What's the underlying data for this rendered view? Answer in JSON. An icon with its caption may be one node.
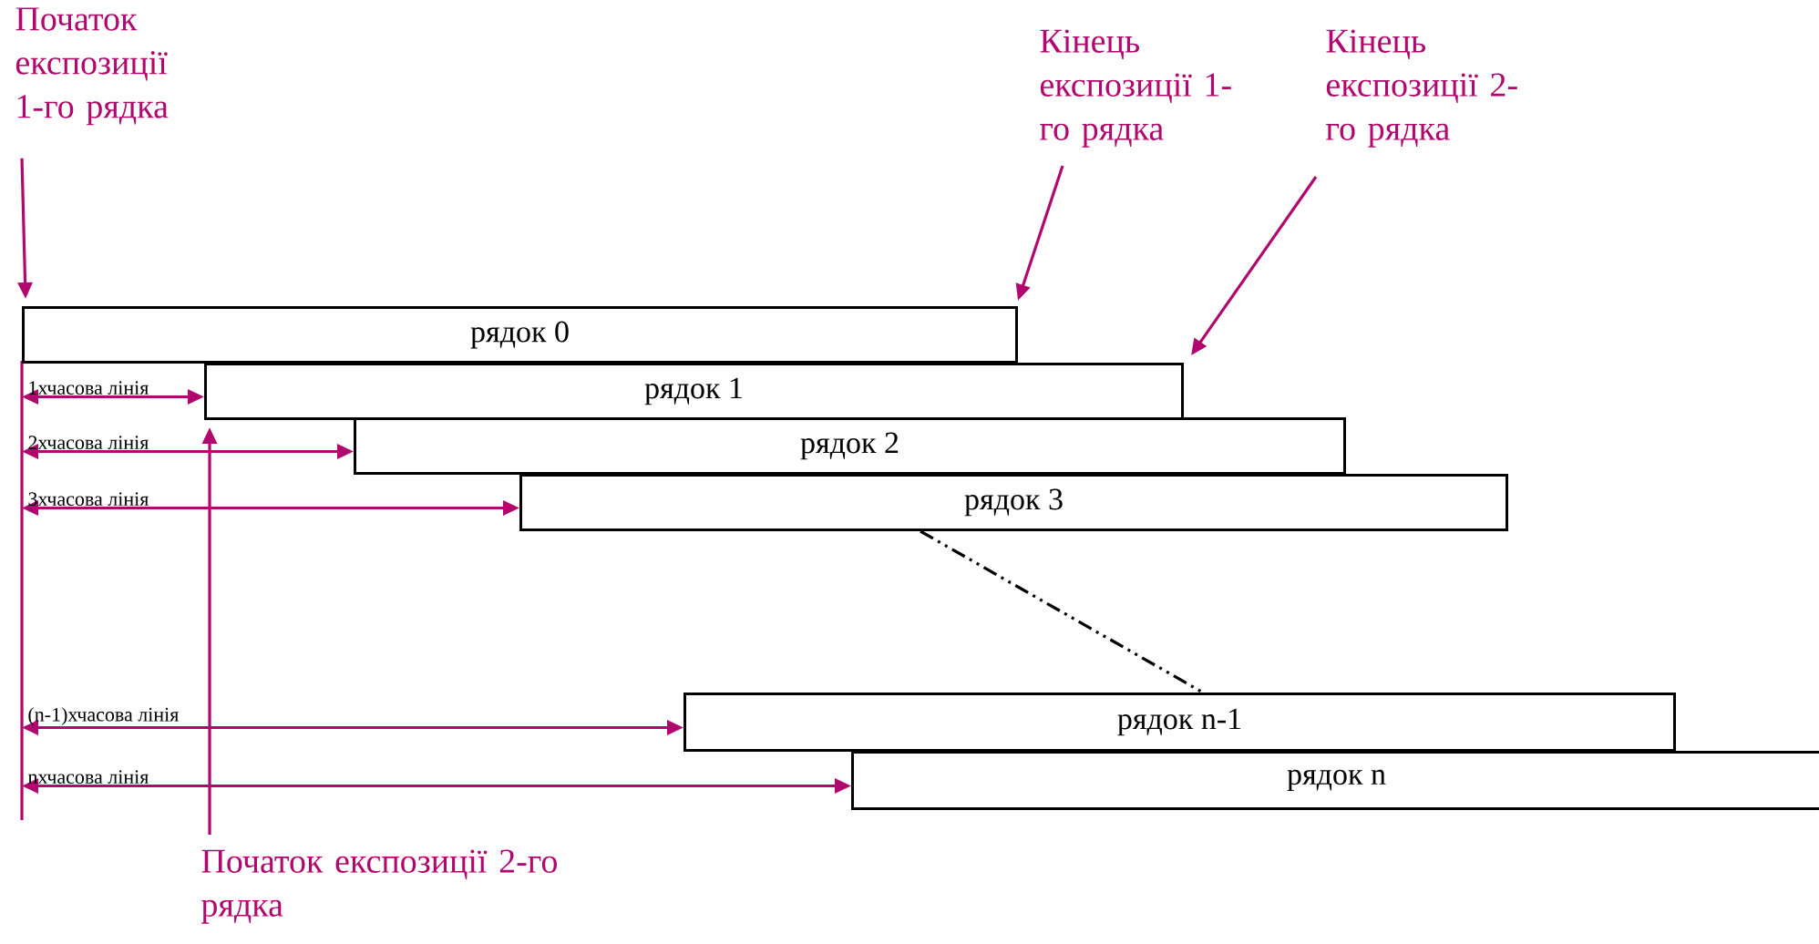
{
  "diagram": {
    "nodes": [
      {
        "text": [
          "Початок експозиції 1-го рядка"
        ]
      },
      {
        "text": [
          "Кінець експозиції 1-го рядка"
        ]
      },
      {
        "text": [
          "Кінець експозиції 2-го рядка"
        ]
      },
      {
        "text": [
          "рядок 0"
        ]
      },
      {
        "text": [
          "рядок 1"
        ]
      },
      {
        "text": [
          "рядок 2"
        ]
      },
      {
        "text": [
          "рядок 3"
        ]
      },
      {
        "text": [
          "рядок n-1"
        ]
      },
      {
        "text": [
          "рядок n"
        ]
      },
      {
        "text": [
          "Початок експозиції 2-го рядка"
        ]
      }
    ],
    "edges": [
      {
        "from": 0,
        "to": 3,
        "arrow": "to"
      },
      {
        "from": 1,
        "to": 3,
        "arrow": "to"
      },
      {
        "from": 2,
        "to": 4,
        "arrow": "to"
      },
      {
        "from": 9,
        "to": 4,
        "arrow": "to"
      },
      {
        "from": 6,
        "to": 7,
        "arrow": "none",
        "style": "dashed",
        "color": "#000000"
      },
      {
        "from": null,
        "to": 4,
        "arrow": "both",
        "label": "1хчасова лінія"
      },
      {
        "from": null,
        "to": 5,
        "arrow": "both",
        "label": "2хчасова лінія"
      },
      {
        "from": null,
        "to": 6,
        "arrow": "both",
        "label": "3хчасова лінія"
      },
      {
        "from": null,
        "to": 7,
        "arrow": "both",
        "label": "(n-1)хчасова лінія"
      },
      {
        "from": null,
        "to": 8,
        "arrow": "both",
        "label": "nхчасова лінія"
      }
    ]
  }
}
